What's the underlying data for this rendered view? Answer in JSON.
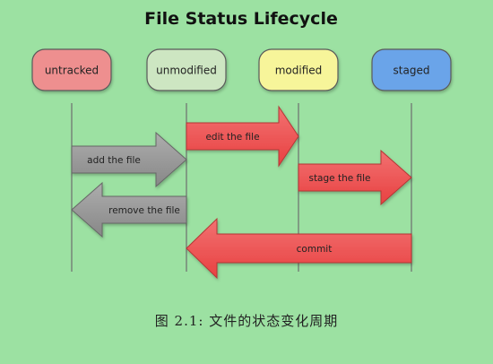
{
  "title": "File Status Lifecycle",
  "caption": "图  2.1: 文件的状态变化周期",
  "colors": {
    "background": "#9ce1a2",
    "untracked": "#ee8f8f",
    "unmodified": "#cde6c2",
    "modified": "#f7f59a",
    "staged": "#6ba4e9",
    "arrow_red": "#ef5a5a",
    "arrow_gray": "#9a9a9a"
  },
  "states": [
    {
      "id": "untracked",
      "label": "untracked",
      "color": "#ee8f8f"
    },
    {
      "id": "unmodified",
      "label": "unmodified",
      "color": "#cde6c2"
    },
    {
      "id": "modified",
      "label": "modified",
      "color": "#f7f59a"
    },
    {
      "id": "staged",
      "label": "staged",
      "color": "#6ba4e9"
    }
  ],
  "transitions": [
    {
      "from": "unmodified",
      "to": "modified",
      "label": "edit the file",
      "color": "#ef5a5a"
    },
    {
      "from": "untracked",
      "to": "unmodified",
      "label": "add the file",
      "color": "#9a9a9a"
    },
    {
      "from": "modified",
      "to": "staged",
      "label": "stage the file",
      "color": "#ef5a5a"
    },
    {
      "from": "unmodified",
      "to": "untracked",
      "label": "remove the file",
      "color": "#9a9a9a"
    },
    {
      "from": "staged",
      "to": "unmodified",
      "label": "commit",
      "color": "#ef5a5a"
    }
  ]
}
